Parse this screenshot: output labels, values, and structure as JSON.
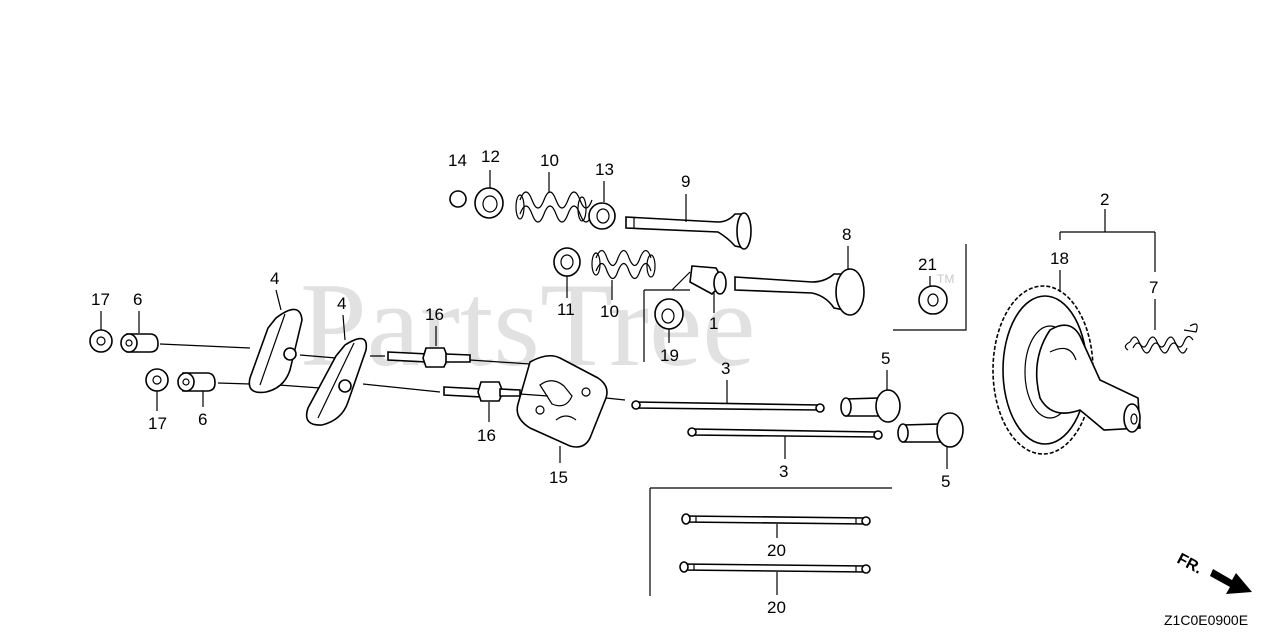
{
  "watermark": {
    "text": "PartsTree",
    "tm": "TM"
  },
  "diagram_code": "Z1C0E0900E",
  "direction": {
    "label": "FR."
  },
  "callouts": {
    "c1": "1",
    "c2": "2",
    "c3a": "3",
    "c3b": "3",
    "c4a": "4",
    "c4b": "4",
    "c5a": "5",
    "c5b": "5",
    "c6a": "6",
    "c6b": "6",
    "c7": "7",
    "c8": "8",
    "c9": "9",
    "c10a": "10",
    "c10b": "10",
    "c11": "11",
    "c12": "12",
    "c13": "13",
    "c14": "14",
    "c15": "15",
    "c16a": "16",
    "c16b": "16",
    "c17a": "17",
    "c17b": "17",
    "c18": "18",
    "c19": "19",
    "c20a": "20",
    "c20b": "20",
    "c21": "21"
  }
}
